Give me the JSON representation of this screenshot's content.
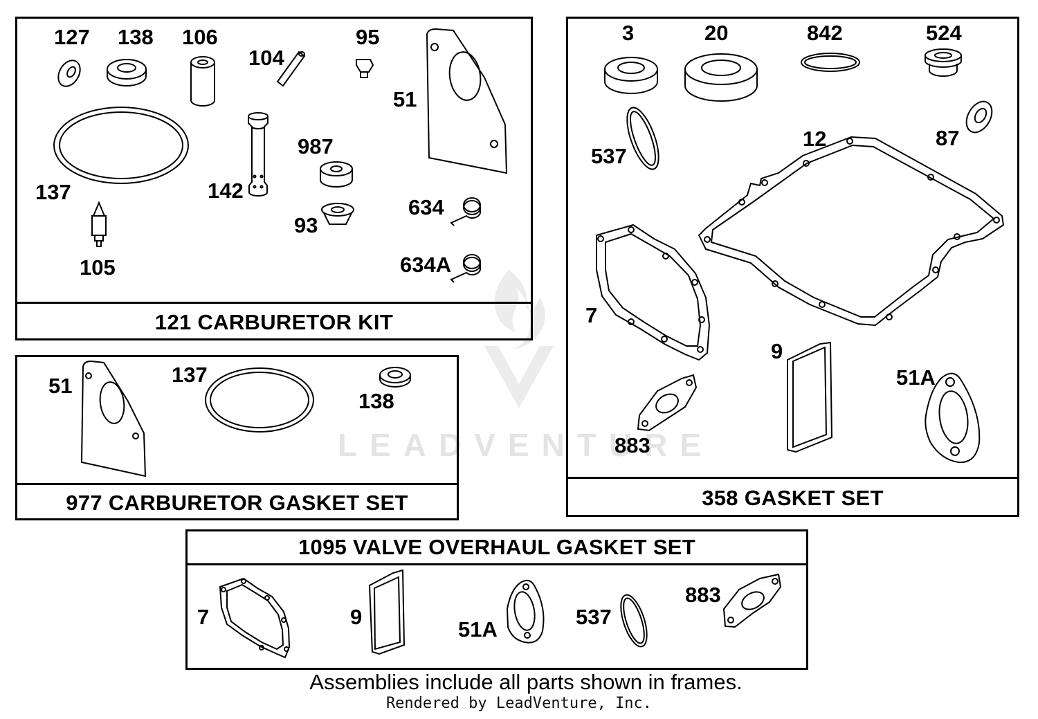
{
  "watermark": "LEADVENTURE",
  "footer_note": "Assemblies include all parts shown in frames.",
  "credit": "Rendered by LeadVenture, Inc.",
  "kits": {
    "carburetor_kit": {
      "title": "121 CARBURETOR KIT",
      "parts": [
        "127",
        "138",
        "106",
        "104",
        "95",
        "51",
        "137",
        "142",
        "987",
        "93",
        "634",
        "634A",
        "105"
      ]
    },
    "carburetor_gasket_set": {
      "title": "977 CARBURETOR GASKET SET",
      "parts": [
        "51",
        "137",
        "138"
      ]
    },
    "gasket_set": {
      "title": "358 GASKET SET",
      "parts": [
        "3",
        "20",
        "842",
        "524",
        "537",
        "12",
        "87",
        "7",
        "9",
        "51A",
        "883"
      ]
    },
    "valve_overhaul_set": {
      "title": "1095 VALVE OVERHAUL GASKET SET",
      "parts": [
        "7",
        "9",
        "51A",
        "537",
        "883"
      ]
    }
  }
}
